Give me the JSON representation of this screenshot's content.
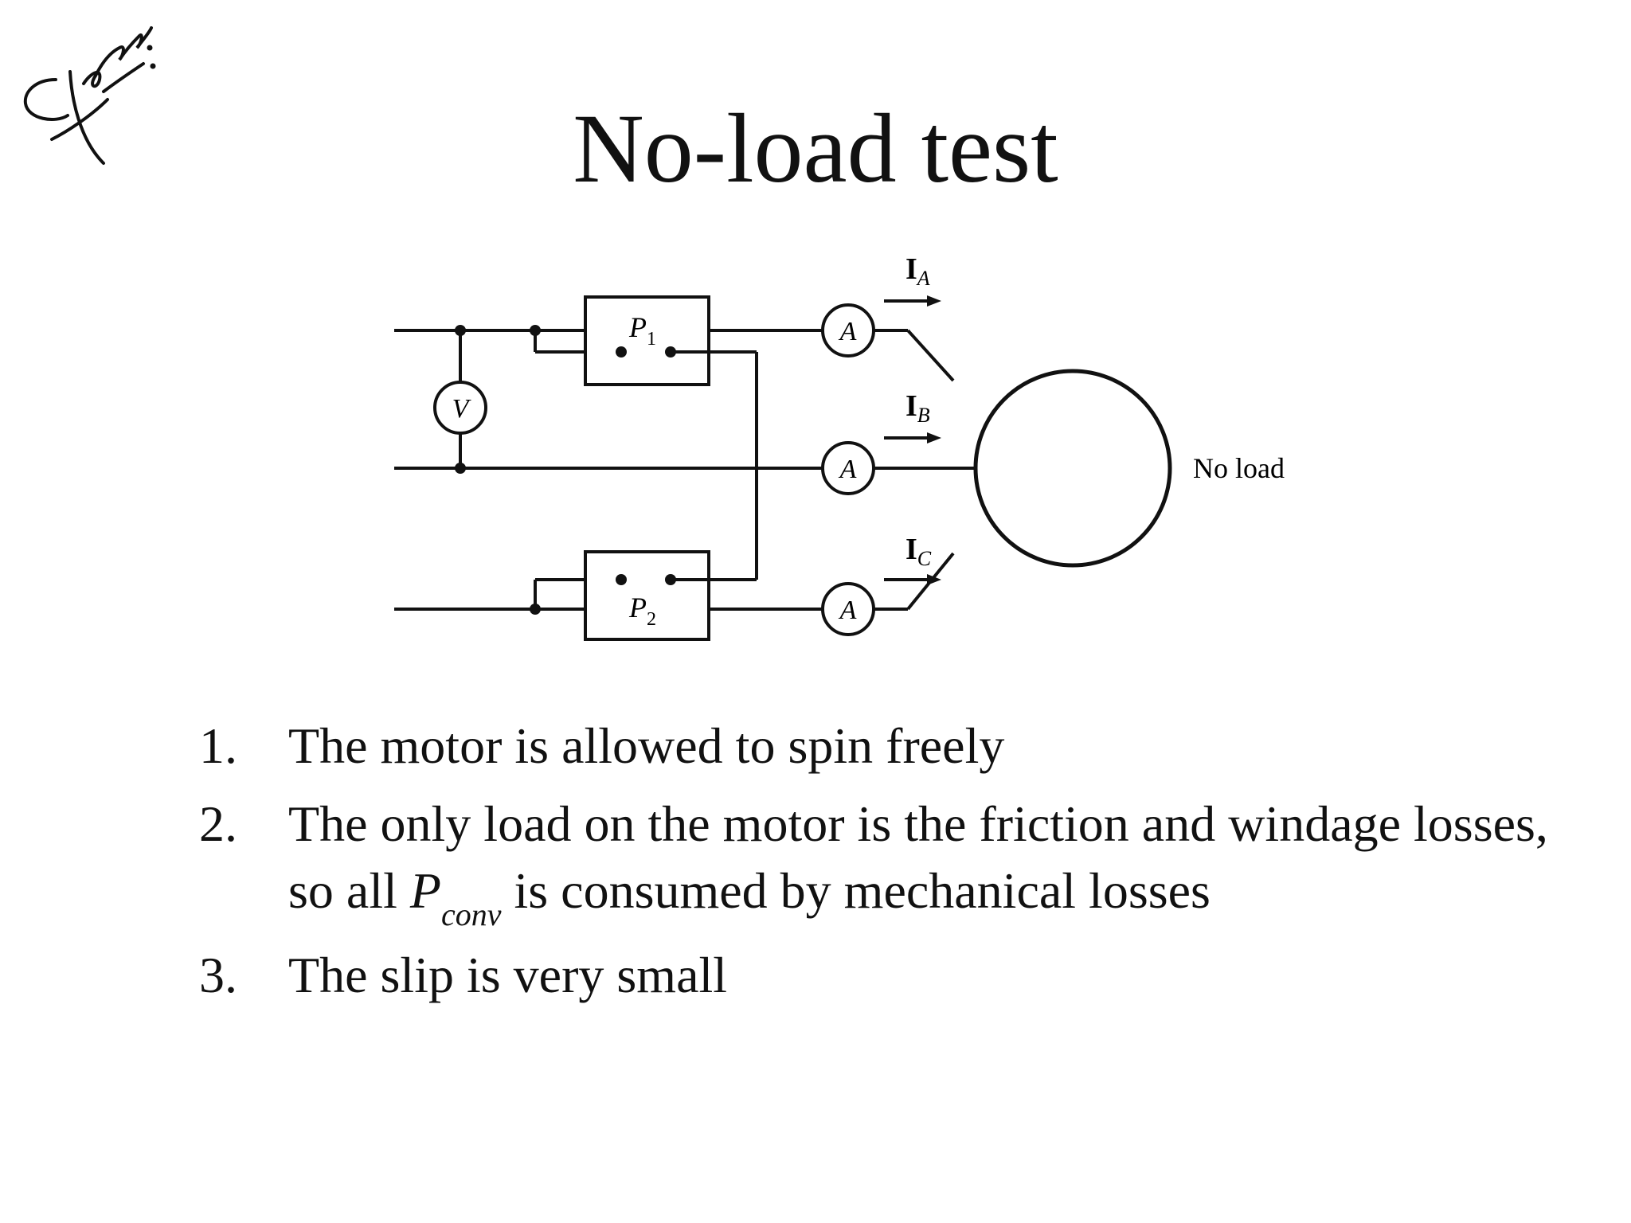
{
  "slide": {
    "title": "No-load test",
    "signature_text": "Jenam",
    "diagram": {
      "wattmeter_1": "P",
      "wattmeter_1_sub": "1",
      "wattmeter_2": "P",
      "wattmeter_2_sub": "2",
      "voltmeter": "V",
      "ammeter_a": "A",
      "ammeter_b": "A",
      "ammeter_c": "A",
      "current_a": "I",
      "current_a_sub": "A",
      "current_b": "I",
      "current_b_sub": "B",
      "current_c": "I",
      "current_c_sub": "C",
      "load_label": "No load"
    },
    "points": [
      {
        "num": "1.",
        "text": "The motor is allowed to spin freely"
      },
      {
        "num": "2.",
        "text_before": "The only load on the motor is the friction and windage losses, so all ",
        "var": "P",
        "var_sub": "conv",
        "text_after": " is consumed by mechanical losses"
      },
      {
        "num": "3.",
        "text": "The slip is very small"
      }
    ]
  }
}
